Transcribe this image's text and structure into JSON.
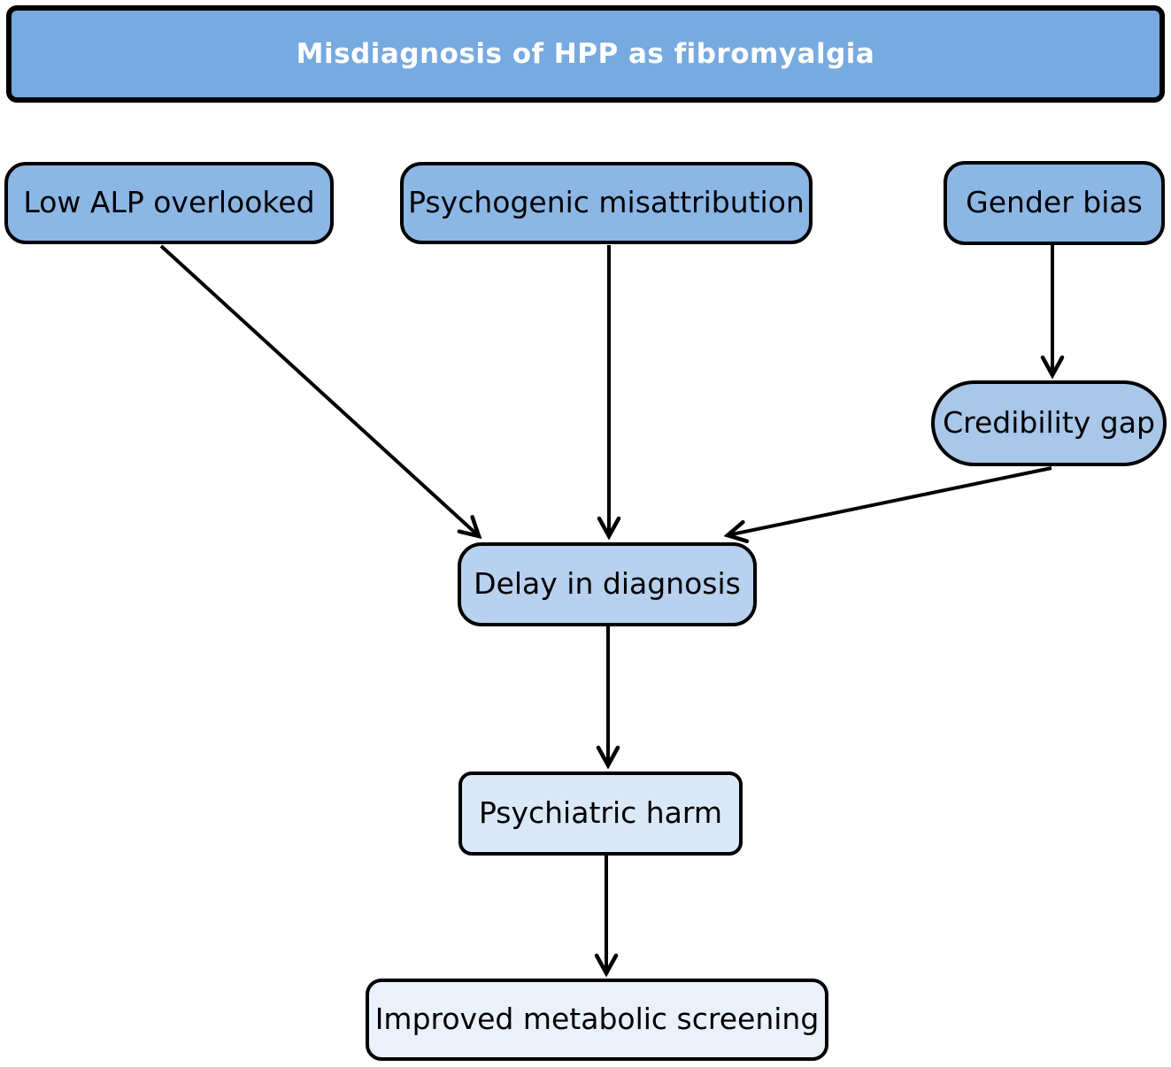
{
  "diagram": {
    "type": "flowchart",
    "title": "Misdiagnosis of HPP as fibromyalgia",
    "nodes": {
      "header": {
        "label": "Misdiagnosis of HPP as fibromyalgia",
        "fill": "#76aae0",
        "text_color": "#ffffff",
        "shape": "rounded-rect"
      },
      "low_alp": {
        "label": "Low ALP overlooked",
        "fill": "#8cb7e5",
        "text_color": "#000000",
        "shape": "rounded-rect"
      },
      "psychogenic": {
        "label": "Psychogenic misattribution",
        "fill": "#8cb7e5",
        "text_color": "#000000",
        "shape": "rounded-rect"
      },
      "gender": {
        "label": "Gender bias",
        "fill": "#8cb7e5",
        "text_color": "#000000",
        "shape": "rounded-rect"
      },
      "credibility": {
        "label": "Credibility gap",
        "fill": "#a8c7e9",
        "text_color": "#000000",
        "shape": "stadium"
      },
      "delay": {
        "label": "Delay in diagnosis",
        "fill": "#b7d1ee",
        "text_color": "#000000",
        "shape": "rounded-rect"
      },
      "psychiatric": {
        "label": "Psychiatric harm",
        "fill": "#dbe8f7",
        "text_color": "#000000",
        "shape": "rounded-rect"
      },
      "improved": {
        "label": "Improved metabolic screening",
        "fill": "#eaf1fa",
        "text_color": "#000000",
        "shape": "rounded-rect"
      }
    },
    "edges": [
      {
        "from": "low_alp",
        "to": "delay"
      },
      {
        "from": "psychogenic",
        "to": "delay"
      },
      {
        "from": "gender",
        "to": "credibility"
      },
      {
        "from": "credibility",
        "to": "delay"
      },
      {
        "from": "delay",
        "to": "psychiatric"
      },
      {
        "from": "psychiatric",
        "to": "improved"
      }
    ],
    "edge_color": "#000000",
    "border_color": "#000000"
  }
}
